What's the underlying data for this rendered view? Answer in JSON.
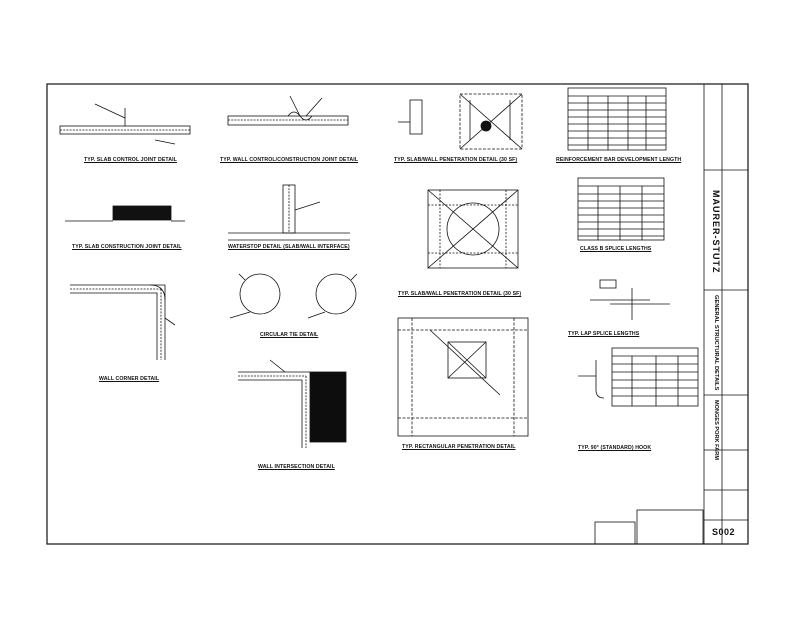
{
  "details": {
    "slab_control_joint": "TYP. SLAB CONTROL JOINT DETAIL",
    "wall_control_joint": "TYP. WALL CONTROL/CONSTRUCTION JOINT DETAIL",
    "slab_wall_pen_30": "TYP. SLAB/WALL PENETRATION DETAIL (30 SF)",
    "reinforcement_dev": "REINFORCEMENT BAR DEVELOPMENT LENGTH",
    "slab_construction_joint": "TYP. SLAB CONSTRUCTION JOINT DETAIL",
    "waterstop": "WATERSTOP DETAIL (SLAB/WALL INTERFACE)",
    "class_b_splice": "CLASS B SPLICE LENGTHS",
    "slab_wall_pen_30b": "TYP. SLAB/WALL PENETRATION DETAIL (30 SF)",
    "wall_corner": "WALL CORNER DETAIL",
    "circular_tie": "CIRCULAR TIE DETAIL",
    "lap_splice": "TYP. LAP SPLICE LENGTHS",
    "rect_penetration": "TYP. RECTANGULAR PENETRATION DETAIL",
    "hook_90": "TYP. 90° (STANDARD) HOOK",
    "wall_intersection": "WALL INTERSECTION DETAIL"
  },
  "title_block": {
    "firm": "MAURER-STUTZ",
    "sheet_title": "GENERAL STRUCTURAL DETAILS",
    "project": "MONGES PORK FARM",
    "sheet_number": "S002"
  },
  "colors": {
    "line": "#111111",
    "fill_dark": "#0d0d0d"
  }
}
